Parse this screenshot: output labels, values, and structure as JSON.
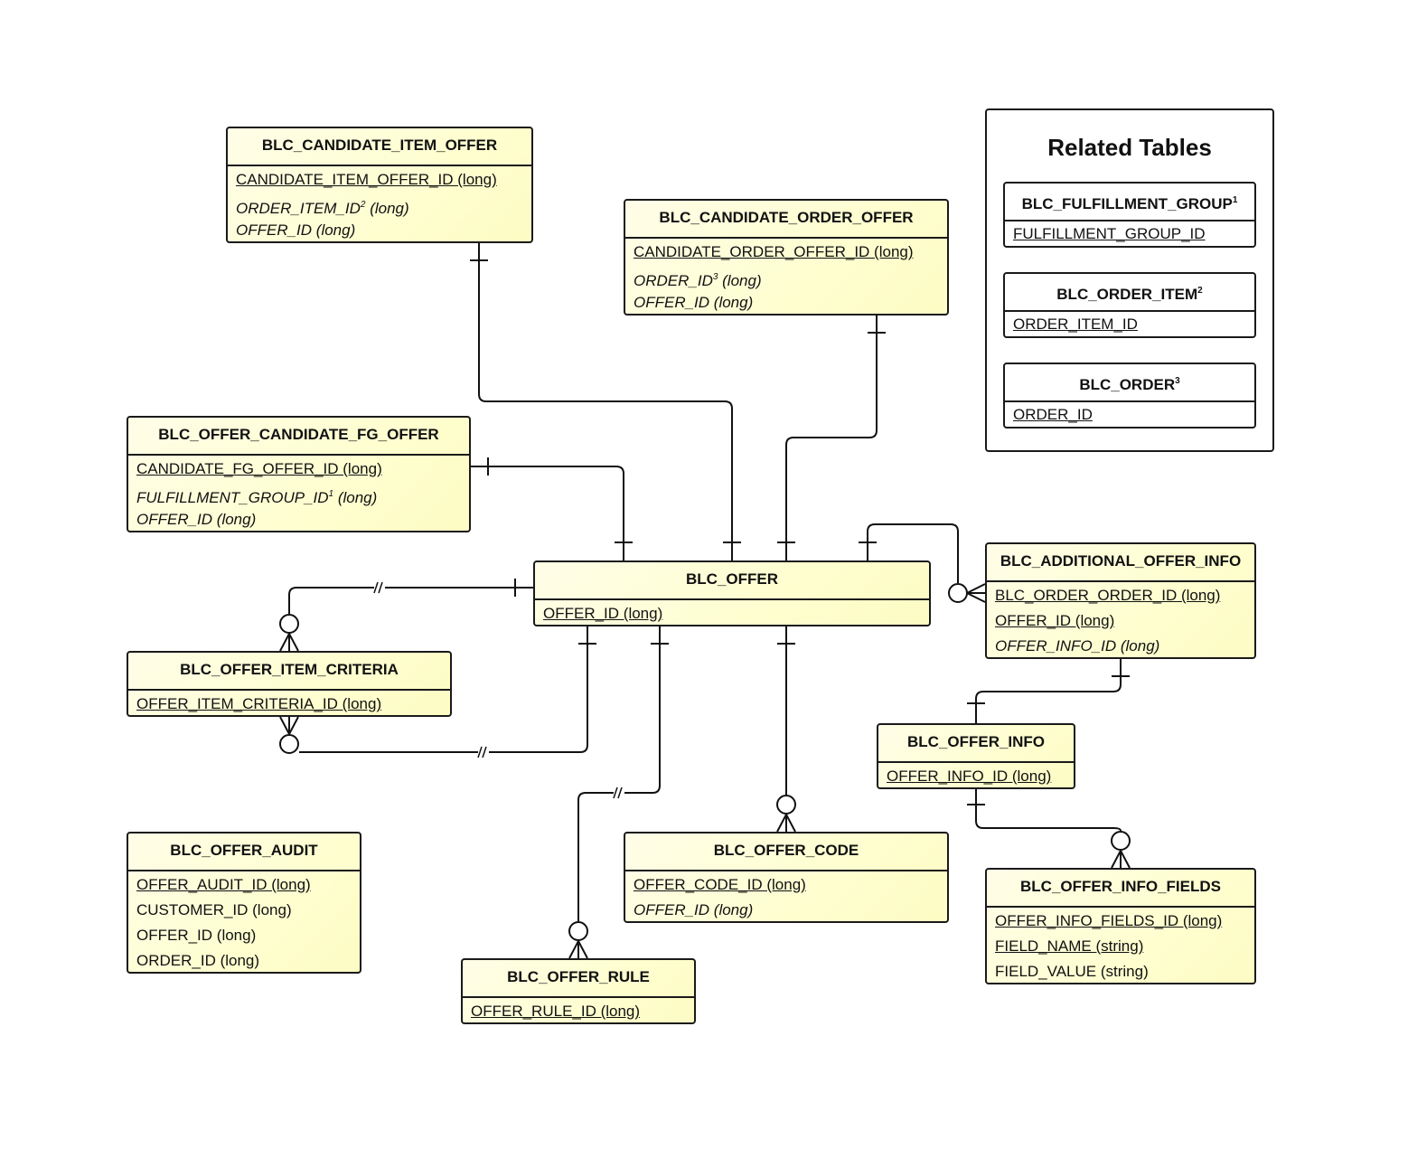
{
  "entities": {
    "candidate_item_offer": {
      "name": "BLC_CANDIDATE_ITEM_OFFER",
      "fields": [
        {
          "text": "CANDIDATE_ITEM_OFFER_ID (long)",
          "kind": "pk"
        },
        {
          "text": "ORDER_ITEM_ID",
          "sup": "2",
          "suffix": " (long)",
          "kind": "fk"
        },
        {
          "text": "OFFER_ID (long)",
          "kind": "fk"
        }
      ]
    },
    "candidate_order_offer": {
      "name": "BLC_CANDIDATE_ORDER_OFFER",
      "fields": [
        {
          "text": "CANDIDATE_ORDER_OFFER_ID (long)",
          "kind": "pk"
        },
        {
          "text": "ORDER_ID",
          "sup": "3",
          "suffix": " (long)",
          "kind": "fk"
        },
        {
          "text": "OFFER_ID (long)",
          "kind": "fk"
        }
      ]
    },
    "offer_candidate_fg_offer": {
      "name": "BLC_OFFER_CANDIDATE_FG_OFFER",
      "fields": [
        {
          "text": "CANDIDATE_FG_OFFER_ID (long)",
          "kind": "pk"
        },
        {
          "text": "FULFILLMENT_GROUP_ID",
          "sup": "1",
          "suffix": " (long)",
          "kind": "fk"
        },
        {
          "text": "OFFER_ID (long)",
          "kind": "fk"
        }
      ]
    },
    "offer": {
      "name": "BLC_OFFER",
      "fields": [
        {
          "text": "OFFER_ID (long)",
          "kind": "pk"
        }
      ]
    },
    "additional_offer_info": {
      "name": "BLC_ADDITIONAL_OFFER_INFO",
      "fields": [
        {
          "text": "BLC_ORDER_ORDER_ID (long)",
          "kind": "pk"
        },
        {
          "text": "OFFER_ID (long)",
          "kind": "pk"
        },
        {
          "text": "OFFER_INFO_ID (long)",
          "kind": "fk"
        }
      ]
    },
    "offer_item_criteria": {
      "name": "BLC_OFFER_ITEM_CRITERIA",
      "fields": [
        {
          "text": "OFFER_ITEM_CRITERIA_ID (long)",
          "kind": "pk"
        }
      ]
    },
    "offer_info": {
      "name": "BLC_OFFER_INFO",
      "fields": [
        {
          "text": "OFFER_INFO_ID (long)",
          "kind": "pk"
        }
      ]
    },
    "offer_audit": {
      "name": "BLC_OFFER_AUDIT",
      "fields": [
        {
          "text": "OFFER_AUDIT_ID (long)",
          "kind": "pk"
        },
        {
          "text": "CUSTOMER_ID (long)",
          "kind": "plain"
        },
        {
          "text": "OFFER_ID (long)",
          "kind": "plain"
        },
        {
          "text": "ORDER_ID (long)",
          "kind": "plain"
        }
      ]
    },
    "offer_code": {
      "name": "BLC_OFFER_CODE",
      "fields": [
        {
          "text": "OFFER_CODE_ID (long)",
          "kind": "pk"
        },
        {
          "text": "OFFER_ID (long)",
          "kind": "fk"
        }
      ]
    },
    "offer_info_fields": {
      "name": "BLC_OFFER_INFO_FIELDS",
      "fields": [
        {
          "text": "OFFER_INFO_FIELDS_ID (long)",
          "kind": "pk"
        },
        {
          "text": "FIELD_NAME (string)",
          "kind": "pk"
        },
        {
          "text": "FIELD_VALUE (string)",
          "kind": "plain"
        }
      ]
    },
    "offer_rule": {
      "name": "BLC_OFFER_RULE",
      "fields": [
        {
          "text": "OFFER_RULE_ID (long)",
          "kind": "pk"
        }
      ]
    }
  },
  "legend": {
    "title": "Related Tables",
    "tables": [
      {
        "name": "BLC_FULFILLMENT_GROUP",
        "sup": "1",
        "field": "FULFILLMENT_GROUP_ID"
      },
      {
        "name": "BLC_ORDER_ITEM",
        "sup": "2",
        "field": "ORDER_ITEM_ID"
      },
      {
        "name": "BLC_ORDER",
        "sup": "3",
        "field": "ORDER_ID"
      }
    ]
  },
  "relationships": [
    {
      "from": "BLC_CANDIDATE_ITEM_OFFER",
      "to": "BLC_OFFER",
      "from_end": "one",
      "to_end": "one"
    },
    {
      "from": "BLC_CANDIDATE_ORDER_OFFER",
      "to": "BLC_OFFER",
      "from_end": "one",
      "to_end": "one"
    },
    {
      "from": "BLC_OFFER_CANDIDATE_FG_OFFER",
      "to": "BLC_OFFER",
      "from_end": "one",
      "to_end": "one"
    },
    {
      "from": "BLC_OFFER",
      "to": "BLC_ADDITIONAL_OFFER_INFO",
      "from_end": "one",
      "to_end": "zero-or-many"
    },
    {
      "from": "BLC_OFFER",
      "to": "BLC_OFFER_ITEM_CRITERIA",
      "from_end": "one",
      "to_end": "zero-or-many"
    },
    {
      "from": "BLC_OFFER",
      "to": "BLC_OFFER_ITEM_CRITERIA",
      "from_end": "one",
      "to_end": "zero-or-many"
    },
    {
      "from": "BLC_OFFER",
      "to": "BLC_OFFER_RULE",
      "from_end": "one",
      "to_end": "zero-or-many"
    },
    {
      "from": "BLC_OFFER",
      "to": "BLC_OFFER_CODE",
      "from_end": "one",
      "to_end": "zero-or-many"
    },
    {
      "from": "BLC_ADDITIONAL_OFFER_INFO",
      "to": "BLC_OFFER_INFO",
      "from_end": "one",
      "to_end": "one"
    },
    {
      "from": "BLC_OFFER_INFO",
      "to": "BLC_OFFER_INFO_FIELDS",
      "from_end": "one",
      "to_end": "zero-or-many"
    }
  ]
}
